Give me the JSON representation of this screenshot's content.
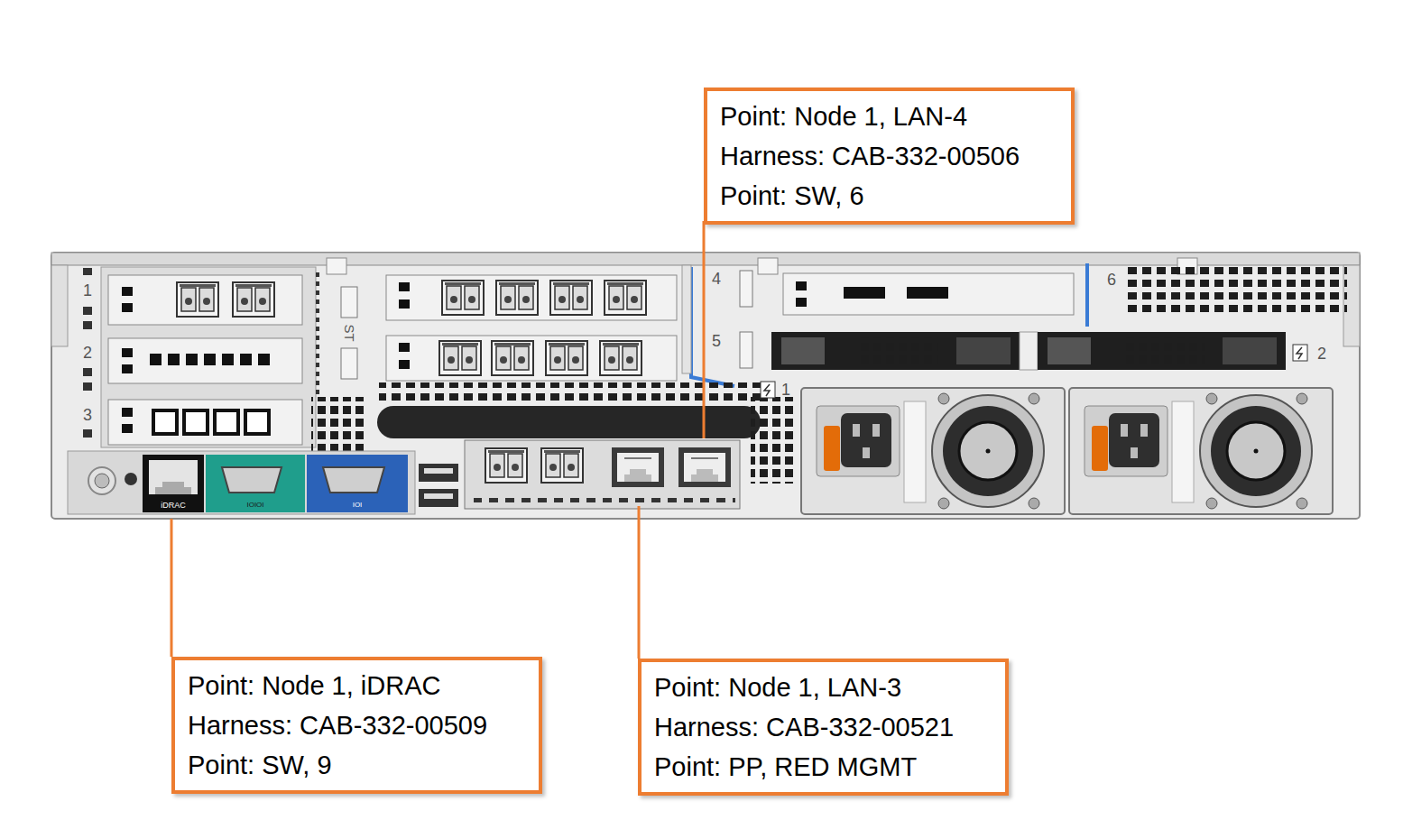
{
  "diagram": {
    "nodes": [
      {
        "text": [
          "Point: Node 1, LAN-4",
          "Harness: CAB-332-00506",
          "Point: SW, 6"
        ]
      },
      {
        "text": [
          "Point: Node 1, iDRAC",
          "Harness: CAB-332-00509",
          "Point: SW, 9"
        ]
      },
      {
        "text": [
          "Point: Node 1, LAN-3",
          "Harness: CAB-332-00521",
          "Point: PP, RED MGMT"
        ]
      }
    ],
    "labels": [
      "1",
      "2",
      "3",
      "ST",
      "4",
      "5",
      "6",
      "1",
      "2",
      "iDRAC",
      "IOIOI",
      "IOI"
    ]
  }
}
